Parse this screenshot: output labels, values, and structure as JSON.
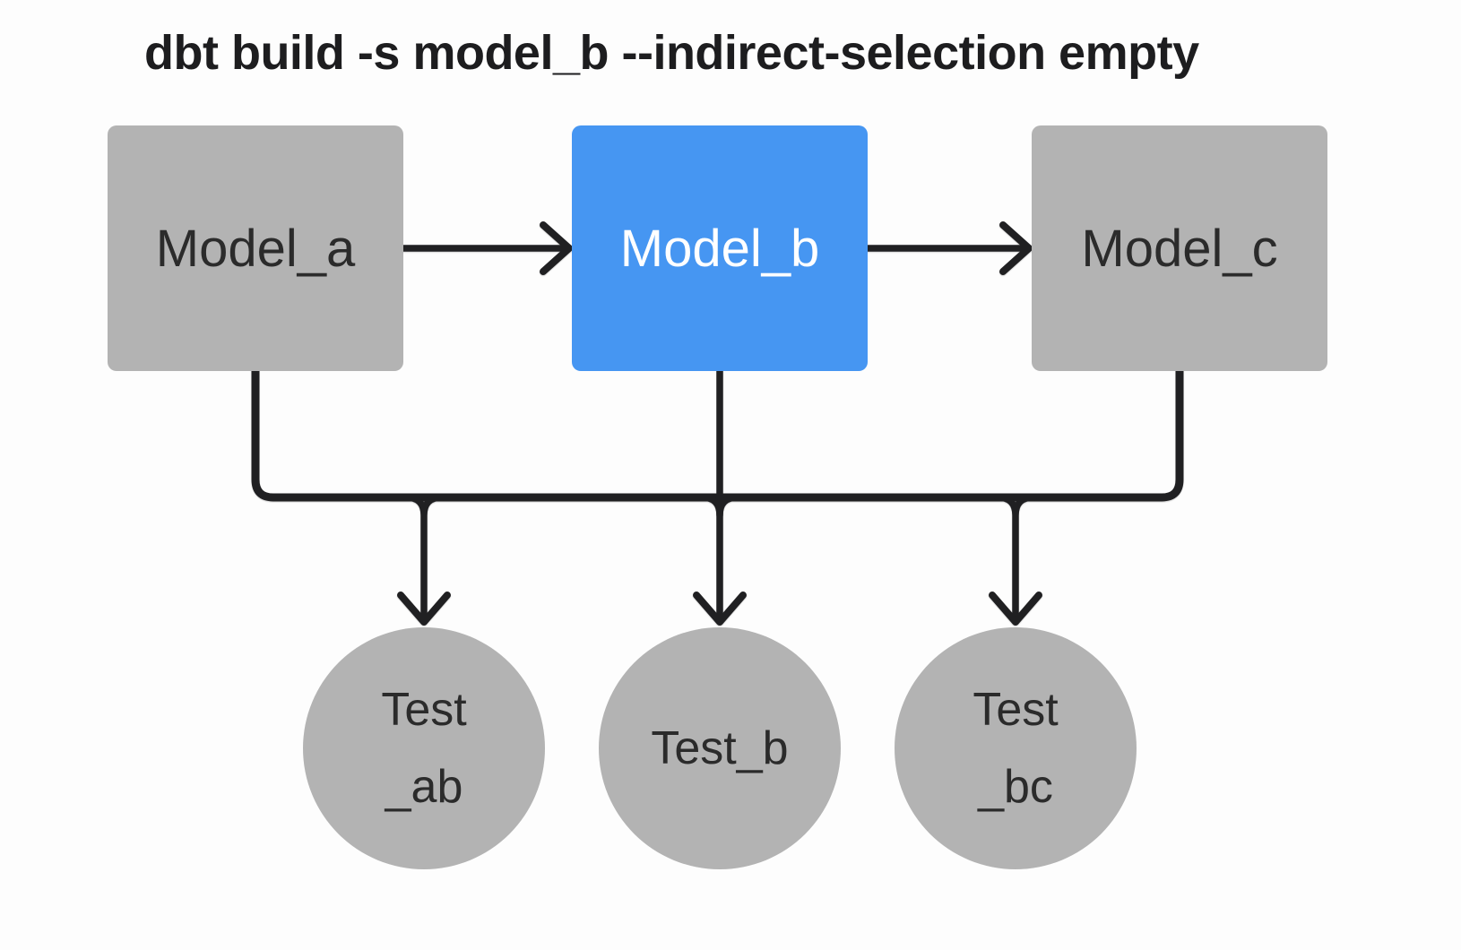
{
  "title": "dbt build -s model_b --indirect-selection empty",
  "colors": {
    "background": "#fdfdfd",
    "node_gray": "#b3b3b3",
    "node_selected_blue": "#4696f2",
    "edge_stroke": "#202022",
    "title_text": "#1d1d1f",
    "node_text_dark": "#2b2b2b",
    "node_text_light": "#ffffff"
  },
  "diagram": {
    "type": "dag",
    "models": [
      {
        "id": "model_a",
        "label": "Model_a",
        "shape": "rectangle",
        "selected": false
      },
      {
        "id": "model_b",
        "label": "Model_b",
        "shape": "rectangle",
        "selected": true
      },
      {
        "id": "model_c",
        "label": "Model_c",
        "shape": "rectangle",
        "selected": false
      }
    ],
    "tests": [
      {
        "id": "test_ab",
        "line1": "Test",
        "line2": "_ab",
        "shape": "circle"
      },
      {
        "id": "test_b",
        "line1": "Test_b",
        "line2": "",
        "shape": "circle"
      },
      {
        "id": "test_bc",
        "line1": "Test",
        "line2": "_bc",
        "shape": "circle"
      }
    ],
    "edges": [
      {
        "from": "model_a",
        "to": "model_b"
      },
      {
        "from": "model_b",
        "to": "model_c"
      },
      {
        "from": "model_a",
        "to": "test_ab"
      },
      {
        "from": "model_b",
        "to": "test_ab"
      },
      {
        "from": "model_b",
        "to": "test_b"
      },
      {
        "from": "model_b",
        "to": "test_bc"
      },
      {
        "from": "model_c",
        "to": "test_bc"
      }
    ]
  }
}
